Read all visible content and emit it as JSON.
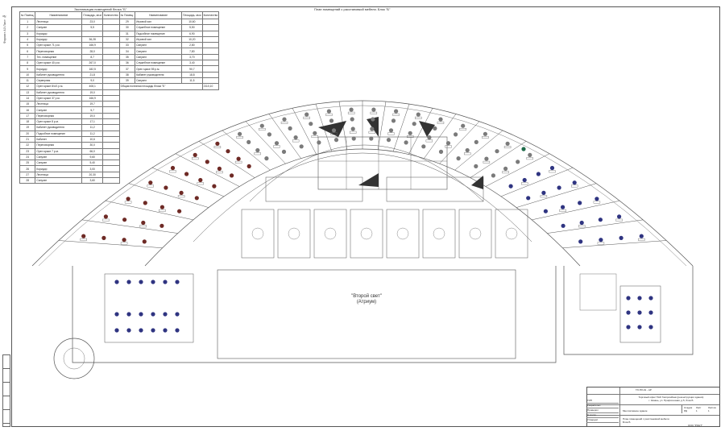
{
  "sheet": {
    "side_label": "Формат А3 Лист №",
    "legend_title": "Экспликация помещений блока \"Б\"",
    "plan_title": "План помещений с расстановкой мебели. Блок \"Б\"",
    "atrium_label_1": "\"Второй свет\"",
    "atrium_label_2": "(Атриум)"
  },
  "legend": {
    "headers": [
      "№ Помещ.",
      "Наименование",
      "Площадь, кв.м",
      "Количество"
    ],
    "left_rows": [
      [
        "1",
        "Лестница",
        "23,0"
      ],
      [
        "2",
        "Санузел",
        "5,5"
      ],
      [
        "3",
        "Коридор",
        ""
      ],
      [
        "4",
        "Коридор",
        "36,28"
      ],
      [
        "5",
        "Open space 71 р.м.",
        "166,9"
      ],
      [
        "6",
        "Переговорная",
        "28,0"
      ],
      [
        "7",
        "Тех. помещение",
        "8,7"
      ],
      [
        "8",
        "Open space 40 р.м.",
        "267,0"
      ],
      [
        "9",
        "Коридор",
        "182,5"
      ],
      [
        "10",
        "Кабинет руководителя",
        "21,8"
      ],
      [
        "11",
        "Серверная",
        "9,0"
      ],
      [
        "12",
        "Open space 8/4/1 р.м.",
        "408,1"
      ],
      [
        "13",
        "Кабинет руководителя",
        "19,0"
      ],
      [
        "14",
        "Open space 37 р.м.",
        "166,9"
      ],
      [
        "15",
        "Лестница",
        "19,7"
      ],
      [
        "16",
        "Санузел",
        "5,7"
      ],
      [
        "17",
        "Переговорная",
        "19,0"
      ],
      [
        "18",
        "Open space 8 р.м.",
        "17,1"
      ],
      [
        "19",
        "Кабинет руководителя",
        "11,2"
      ],
      [
        "20",
        "Подсобное помещение",
        "11,2"
      ],
      [
        "21",
        "Кабинет",
        "10,6"
      ],
      [
        "22",
        "Переговорная",
        "30,0"
      ],
      [
        "23",
        "Open space 7 р.м.",
        "66,0"
      ],
      [
        "24",
        "Санузел",
        "9,60"
      ],
      [
        "25",
        "Санузел",
        "5,40"
      ],
      [
        "26",
        "Коридор",
        "3,00"
      ],
      [
        "27",
        "Лестница",
        "20,30"
      ],
      [
        "28",
        "Санузел",
        "3,60"
      ]
    ],
    "right_rows": [
      [
        "29",
        "Игровой зал",
        "10,60"
      ],
      [
        "30",
        "Служебное помещение",
        "5,50"
      ],
      [
        "31",
        "Подсобное помещение",
        "6,90"
      ],
      [
        "32",
        "Игровой зал",
        "10,20"
      ],
      [
        "33",
        "Санузел",
        "2,80"
      ],
      [
        "34",
        "Санузел",
        "7,80"
      ],
      [
        "35",
        "Санузел",
        "3,70"
      ],
      [
        "36",
        "Служебное помещение",
        "3,40"
      ],
      [
        "37",
        "Open space 55 р.м.",
        "90,7"
      ],
      [
        "38",
        "Кабинет руководителя",
        "18,8"
      ],
      [
        "39",
        "Санузел",
        "11,5"
      ]
    ],
    "total_label": "Общая полезная площадь блока \"Б\"",
    "total_value": "2110,10"
  },
  "title_block": {
    "code": "ТЛ-ПЛ-01 - АР",
    "description_1": "Торговый офис ПАО Газпромбанк (реконструкция здания)",
    "description_2": "г. Казань, ул. Профсоюзная, д.5, блок Б",
    "drawing_name": "Многоэтажное здание",
    "sheet_name_1": "План помещений с расстановкой мебели.",
    "sheet_name_2": "Блок Б",
    "stage_label": "Стадия",
    "stage_value": "РД",
    "sheet_label": "Лист",
    "sheet_value": "1",
    "sheets_label": "Листов",
    "sheets_value": "1",
    "org": "ООО \"РОНТ\"",
    "stamp_rows": [
      "ГИП",
      "Разработал",
      "Проверил",
      "Н.контр.",
      "Утвердил"
    ]
  },
  "plan_colors": {
    "line": "#555555",
    "seat_gray": "#7a7a7a",
    "seat_red": "#6e2a25",
    "seat_blue": "#2f3481",
    "seat_green": "#1f6b4a"
  },
  "seat_zones": [
    {
      "name": "gray-arc",
      "color": "seat_gray"
    },
    {
      "name": "red-wing",
      "color": "seat_red"
    },
    {
      "name": "blue-wing",
      "color": "seat_blue"
    },
    {
      "name": "blue-left-block",
      "color": "seat_blue"
    },
    {
      "name": "blue-right-block",
      "color": "seat_blue"
    }
  ]
}
